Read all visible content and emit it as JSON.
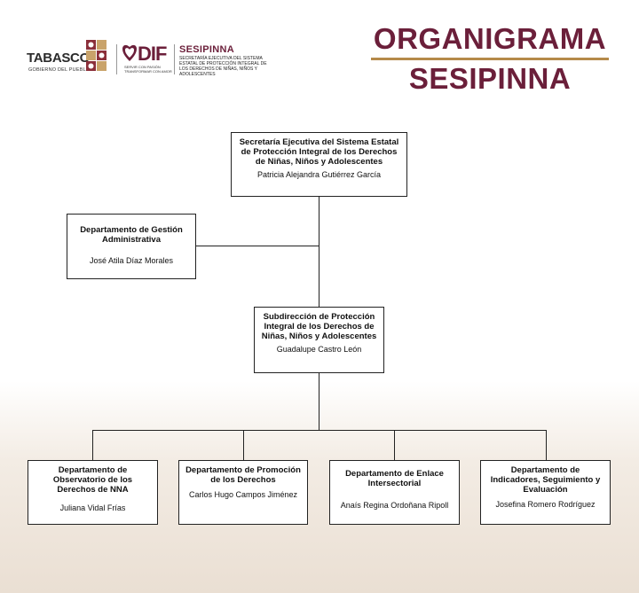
{
  "header": {
    "tabasco": {
      "word": "TABASCO",
      "sub": "GOBIERNO DEL PUEBLO"
    },
    "dif": {
      "word": "DIF",
      "tag": "SERVIR CON PASIÓN TRANSFORMAR CON AMOR"
    },
    "sesipinna": {
      "word": "SESIPINNA",
      "tag": [
        "SECRETARÍA EJECUTIVA DEL SISTEMA",
        "ESTATAL DE PROTECCIÓN INTEGRAL DE",
        "LOS DERECHOS DE NIÑAS, NIÑOS Y ADOLESCENTES"
      ]
    },
    "title": [
      "ORGANIGRAMA",
      "SESIPINNA"
    ]
  },
  "colors": {
    "brand": "#6b1f3a",
    "accent_rule": "#b58a4a",
    "background_bottom": "#eadfd3"
  },
  "org": {
    "root": {
      "dept": "Secretaría Ejecutiva del Sistema Estatal de Protección Integral de los Derechos de Niñas, Niños y Adolescentes",
      "person": "Patricia Alejandra Gutiérrez García"
    },
    "admin": {
      "dept": "Departamento de Gestión Administrativa",
      "person": "José Atila Díaz Morales"
    },
    "sub": {
      "dept": "Subdirección de Protección Integral de los Derechos de Niñas, Niños y Adolescentes",
      "person": "Guadalupe Castro León"
    },
    "depts": [
      {
        "dept": "Departamento de Observatorio de los Derechos de NNA",
        "person": "Juliana Vidal Frías"
      },
      {
        "dept": "Departamento de Promoción de los Derechos",
        "person": "Carlos Hugo Campos Jiménez"
      },
      {
        "dept": "Departamento de Enlace Intersectorial",
        "person": "Anaís Regina Ordoñana Ripoll"
      },
      {
        "dept": "Departamento de Indicadores, Seguimiento y Evaluación",
        "person": "Josefina Romero Rodríguez"
      }
    ]
  }
}
